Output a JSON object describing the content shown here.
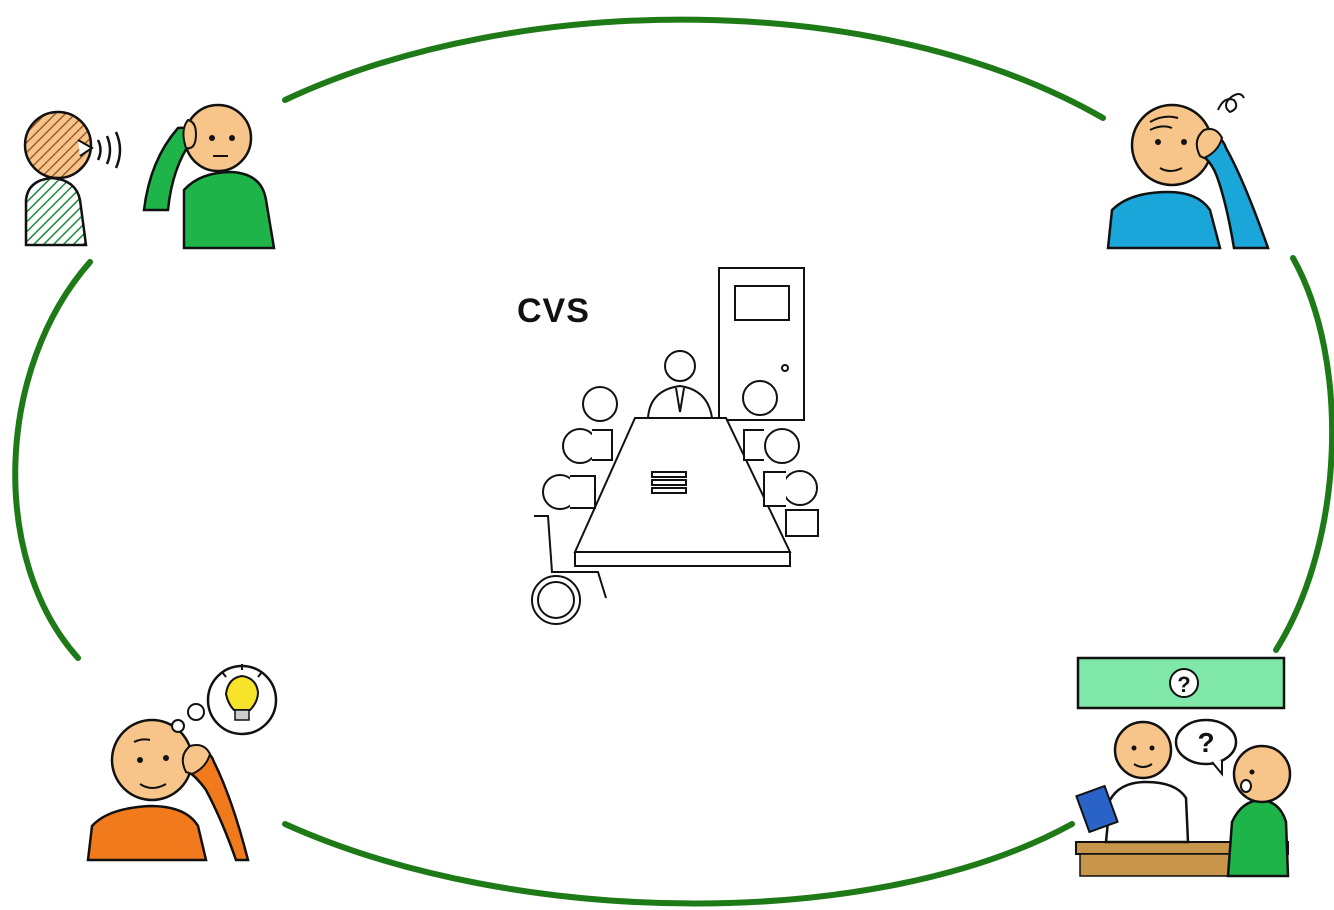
{
  "diagram": {
    "center_label": "CVS",
    "cycle_color": "#1e7a17",
    "nodes": [
      {
        "id": "listen",
        "icon": "speaking-listening-icon"
      },
      {
        "id": "think",
        "icon": "thinking-confused-icon"
      },
      {
        "id": "ask",
        "icon": "asking-question-icon",
        "sign_text": "?",
        "bubble_text": "?"
      },
      {
        "id": "idea",
        "icon": "idea-lightbulb-icon"
      }
    ],
    "colors": {
      "skin": "#f7c48a",
      "listener_shirt": "#1fb44a",
      "speaker_hatch": "#1b8a3a",
      "thinker_shirt": "#1aa6d8",
      "idea_shirt": "#f07a1c",
      "lightbulb": "#f7e32a",
      "sign_fill": "#7fe8a8",
      "desk": "#c8964a",
      "book": "#2a63c8"
    }
  }
}
